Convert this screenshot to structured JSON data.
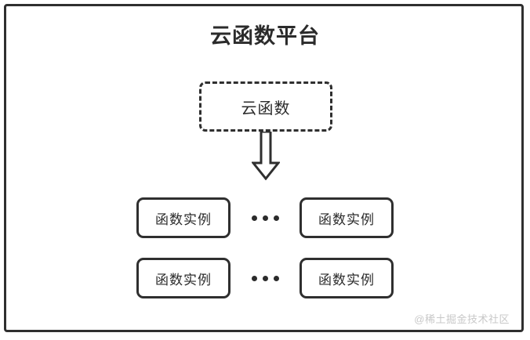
{
  "diagram": {
    "title": "云函数平台",
    "container_name": "platform-container",
    "cloud_function": {
      "label": "云函数",
      "style": "dashed"
    },
    "arrow": {
      "icon": "down-block-arrow-icon",
      "direction": "down"
    },
    "instance_rows": [
      {
        "left_label": "函数实例",
        "ellipsis": "•••",
        "right_label": "函数实例"
      },
      {
        "left_label": "函数实例",
        "ellipsis": "•••",
        "right_label": "函数实例"
      }
    ],
    "watermark": "@稀土掘金技术社区",
    "colors": {
      "stroke": "#2f2f2f",
      "text": "#2b2b2b",
      "background": "#ffffff",
      "watermark": "#c8c8c8"
    }
  }
}
